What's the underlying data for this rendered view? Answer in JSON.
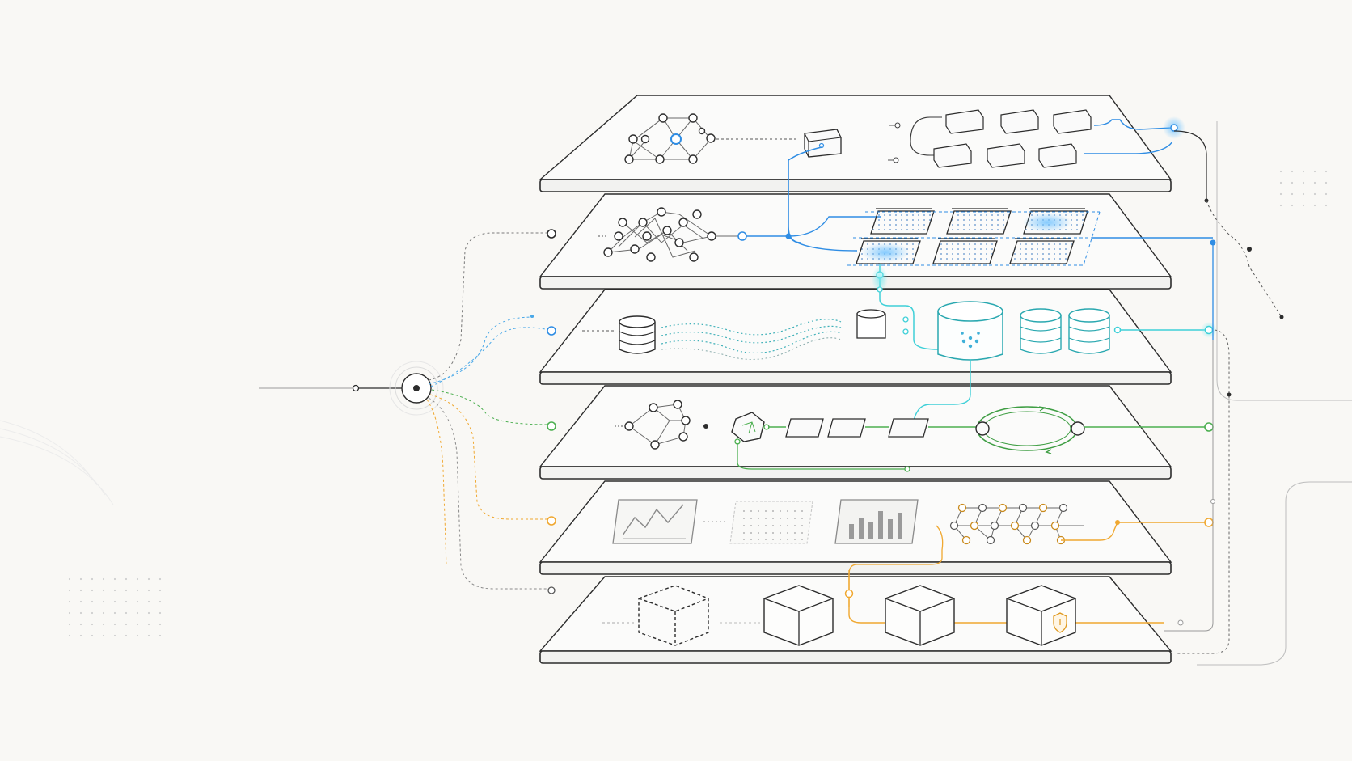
{
  "colors": {
    "background": "#f9f8f5",
    "ink": "#2c2c2c",
    "blue": "#2f8de4",
    "cyan": "#3fd0d8",
    "green": "#4caf50",
    "orange": "#f0a830",
    "gray": "#9a9a9a"
  },
  "layers": [
    {
      "name": "orchestration-layer",
      "accent": "#2f8de4",
      "icons": [
        "graph-icon",
        "block-icon",
        "block-stack-icon"
      ]
    },
    {
      "name": "compute-layer",
      "accent": "#2f8de4",
      "icons": [
        "neural-network-icon",
        "chip-grid-icon"
      ]
    },
    {
      "name": "data-layer",
      "accent": "#3fd0d8",
      "icons": [
        "database-icon",
        "data-stream-icon",
        "database-cluster-icon"
      ]
    },
    {
      "name": "processing-layer",
      "accent": "#4caf50",
      "icons": [
        "graph-icon",
        "hexagon-node-icon",
        "pipeline-icon",
        "cycle-icon"
      ]
    },
    {
      "name": "analytics-layer",
      "accent": "#f0a830",
      "icons": [
        "line-chart-icon",
        "dot-grid-icon",
        "bar-chart-icon",
        "lattice-icon"
      ]
    },
    {
      "name": "infrastructure-layer",
      "accent": "#9a9a9a",
      "icons": [
        "cube-icon",
        "cube-icon",
        "cube-icon",
        "shield-cube-icon"
      ]
    }
  ],
  "hub": {
    "icon": "target-icon"
  }
}
